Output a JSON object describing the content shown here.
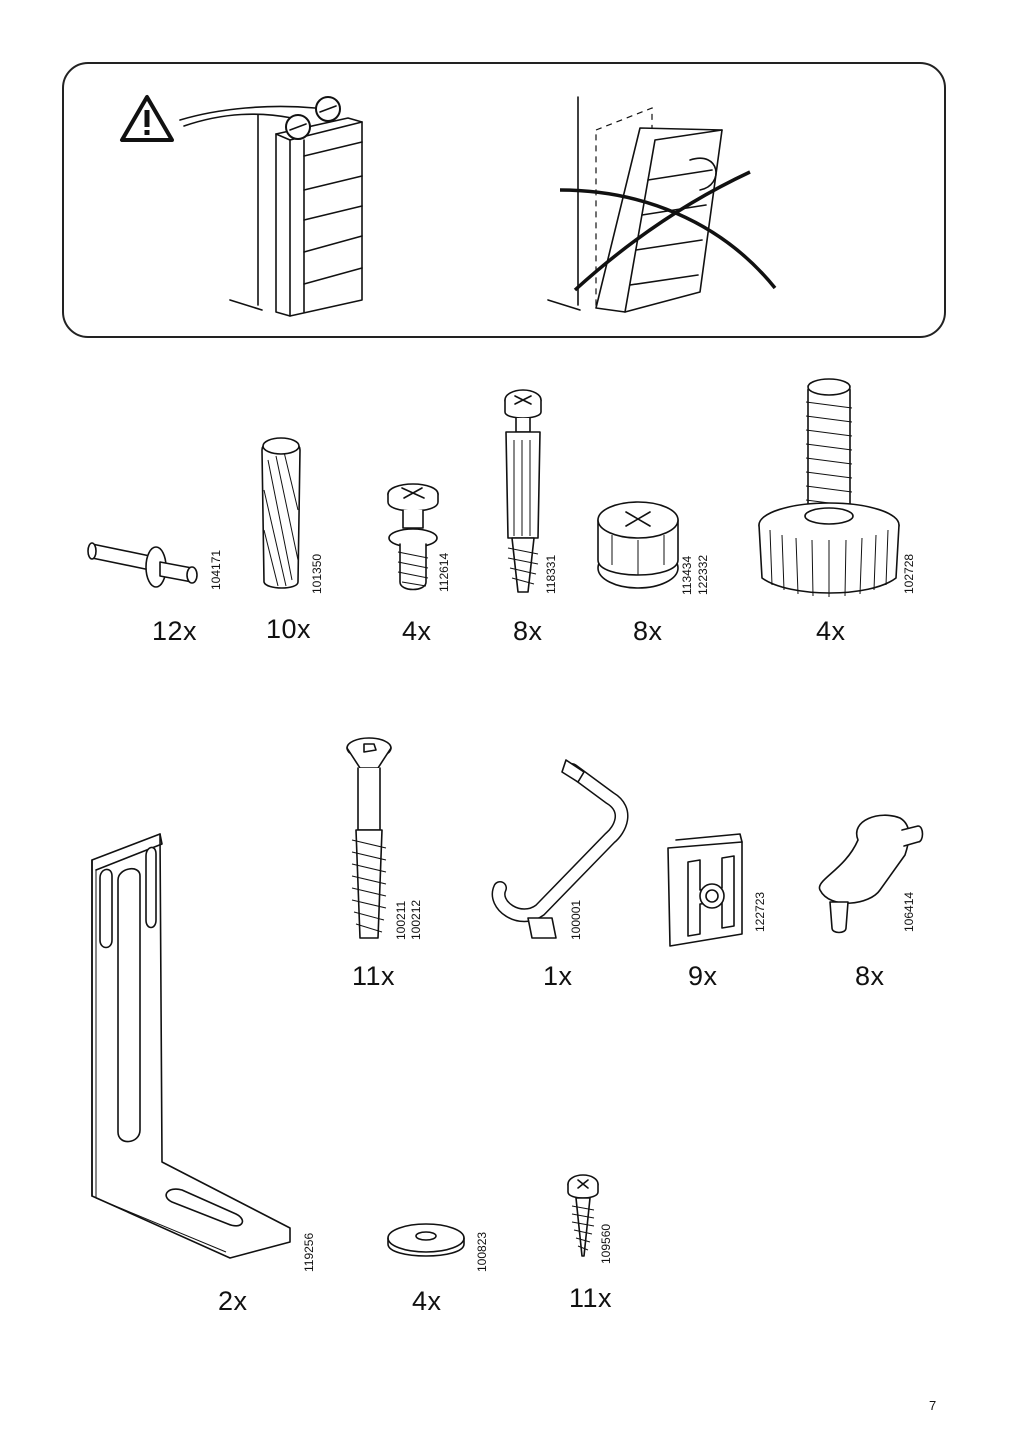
{
  "page": {
    "number": "7"
  },
  "parts": [
    {
      "id": "pin-dowel",
      "quantity": "12x",
      "part_numbers": [
        "104171"
      ]
    },
    {
      "id": "wood-dowel",
      "quantity": "10x",
      "part_numbers": [
        "101350"
      ]
    },
    {
      "id": "cam-bolt-short",
      "quantity": "4x",
      "part_numbers": [
        "112614"
      ]
    },
    {
      "id": "cam-bolt-long",
      "quantity": "8x",
      "part_numbers": [
        "118331"
      ]
    },
    {
      "id": "cam-lock",
      "quantity": "8x",
      "part_numbers": [
        "113434",
        "122332"
      ]
    },
    {
      "id": "leveling-foot",
      "quantity": "4x",
      "part_numbers": [
        "102728"
      ]
    },
    {
      "id": "hex-screw",
      "quantity": "11x",
      "part_numbers": [
        "100211",
        "100212"
      ]
    },
    {
      "id": "allen-key",
      "quantity": "1x",
      "part_numbers": [
        "100001"
      ]
    },
    {
      "id": "clip-plate",
      "quantity": "9x",
      "part_numbers": [
        "122723"
      ]
    },
    {
      "id": "shelf-support",
      "quantity": "8x",
      "part_numbers": [
        "106414"
      ]
    },
    {
      "id": "angle-bracket",
      "quantity": "2x",
      "part_numbers": [
        "119256"
      ]
    },
    {
      "id": "washer",
      "quantity": "4x",
      "part_numbers": [
        "100823"
      ]
    },
    {
      "id": "wood-screw",
      "quantity": "11x",
      "part_numbers": [
        "109560"
      ]
    }
  ]
}
